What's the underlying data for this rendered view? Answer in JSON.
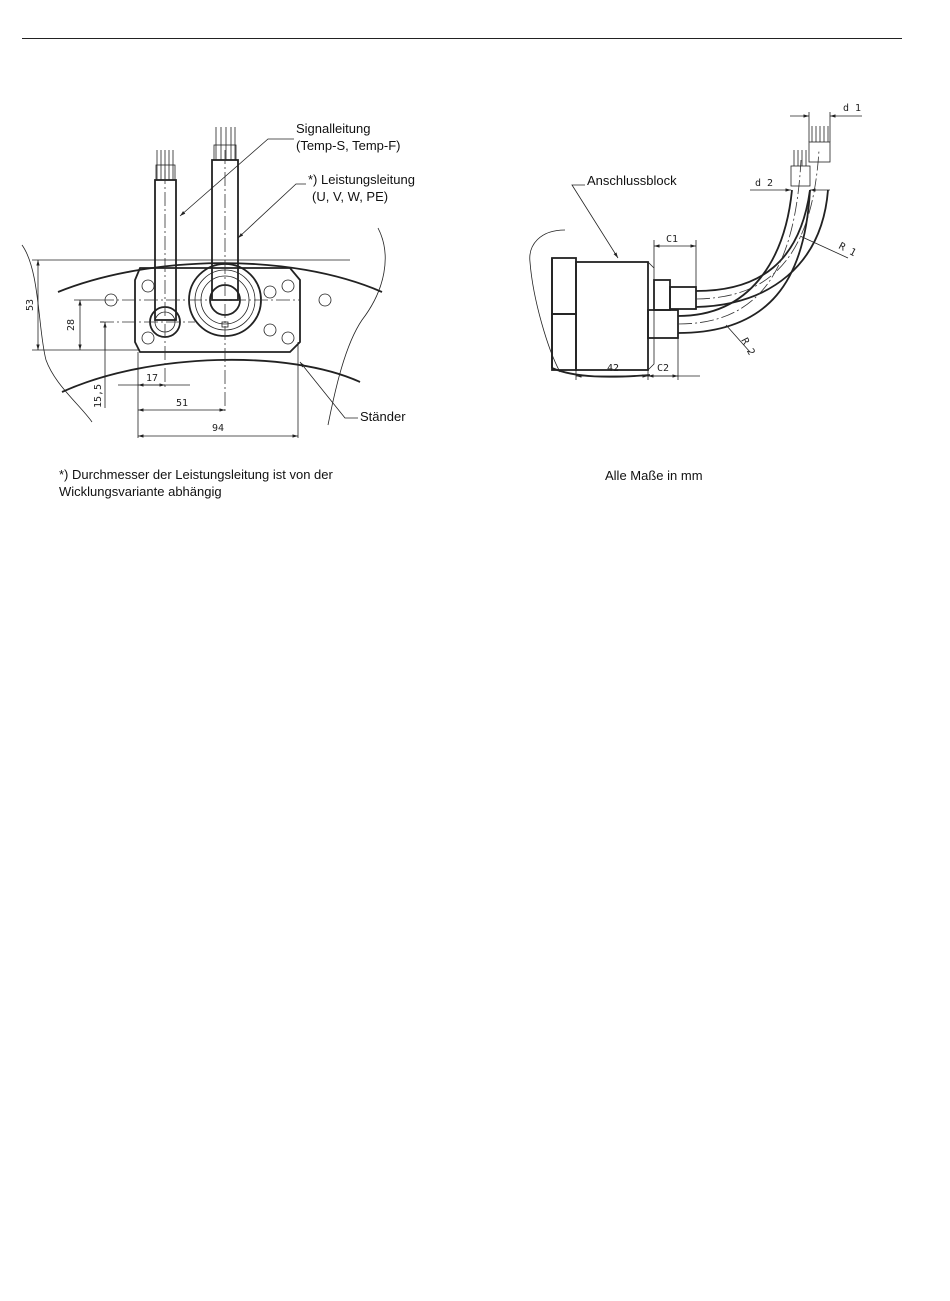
{
  "labels": {
    "signal": [
      "Signalleitung",
      "(Temp-S, Temp-F)"
    ],
    "power": [
      "*) Leistungsleitung",
      "(U, V, W, PE)"
    ],
    "stander": "Ständer",
    "block": "Anschlussblock"
  },
  "dimensions": {
    "d53": "53",
    "d28": "28",
    "d15_5": "15,5",
    "d17": "17",
    "d51": "51",
    "d94": "94",
    "c1": "C1",
    "c2": "C2",
    "d42": "42",
    "dd1": "d 1",
    "dd2": "d 2",
    "r1": "R 1",
    "r2": "R 2"
  },
  "footnote": [
    "*) Durchmesser der Leistungsleitung ist von der",
    "Wicklungsvariante abhängig"
  ],
  "units_note": "Alle Maße in mm"
}
